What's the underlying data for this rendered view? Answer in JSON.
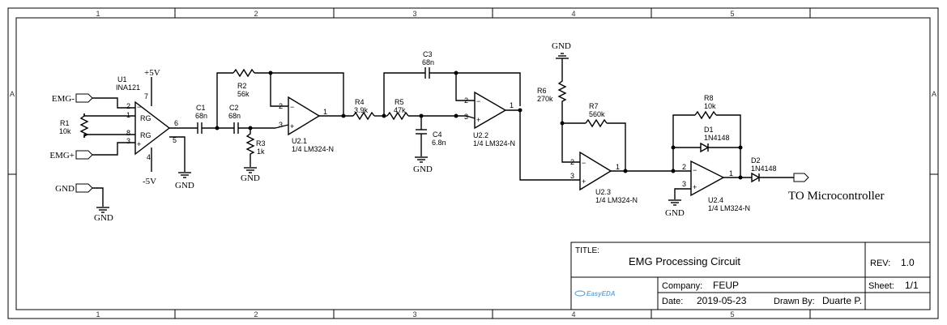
{
  "frame": {
    "cols": [
      "1",
      "2",
      "3",
      "4",
      "5"
    ],
    "rows": [
      "A"
    ]
  },
  "u1": {
    "ref": "U1",
    "value": "INA121",
    "pin_labels": [
      "RG",
      "RG"
    ],
    "pins": [
      "2",
      "1",
      "8",
      "3",
      "6",
      "5",
      "7",
      "4"
    ],
    "pos_supply": "+5V",
    "neg_supply": "-5V"
  },
  "inputs": {
    "emg_minus": "EMG-",
    "emg_plus": "EMG+",
    "gnd_port": "GND"
  },
  "r1": {
    "ref": "R1",
    "value": "10k"
  },
  "r2": {
    "ref": "R2",
    "value": "56k"
  },
  "r3": {
    "ref": "R3",
    "value": "1k"
  },
  "r4": {
    "ref": "R4",
    "value": "3.9k"
  },
  "r5": {
    "ref": "R5",
    "value": "47k"
  },
  "r6": {
    "ref": "R6",
    "value": "270k"
  },
  "r7": {
    "ref": "R7",
    "value": "560k"
  },
  "r8": {
    "ref": "R8",
    "value": "10k"
  },
  "c1": {
    "ref": "C1",
    "value": "68n"
  },
  "c2": {
    "ref": "C2",
    "value": "68n"
  },
  "c3": {
    "ref": "C3",
    "value": "68n"
  },
  "c4": {
    "ref": "C4",
    "value": "6.8n"
  },
  "d1": {
    "ref": "D1",
    "value": "1N4148"
  },
  "d2": {
    "ref": "D2",
    "value": "1N4148"
  },
  "u21": {
    "ref": "U2.1",
    "value": "1/4 LM324-N",
    "pins": [
      "2",
      "3",
      "1"
    ]
  },
  "u22": {
    "ref": "U2.2",
    "value": "1/4 LM324-N",
    "pins": [
      "2",
      "3",
      "1"
    ]
  },
  "u23": {
    "ref": "U2.3",
    "value": "1/4 LM324-N",
    "pins": [
      "2",
      "3",
      "1"
    ]
  },
  "u24": {
    "ref": "U2.4",
    "value": "1/4 LM324-N",
    "pins": [
      "2",
      "3",
      "1"
    ]
  },
  "gnd": "GND",
  "output_label": "TO Microcontroller",
  "title_block": {
    "title_label": "TITLE:",
    "title": "EMG Processing Circuit",
    "rev_label": "REV:",
    "rev": "1.0",
    "company_label": "Company:",
    "company": "FEUP",
    "sheet_label": "Sheet:",
    "sheet": "1/1",
    "date_label": "Date:",
    "date": "2019-05-23",
    "drawn_label": "Drawn By:",
    "drawn_by": "Duarte P.",
    "logo_text": "EasyEDA"
  }
}
